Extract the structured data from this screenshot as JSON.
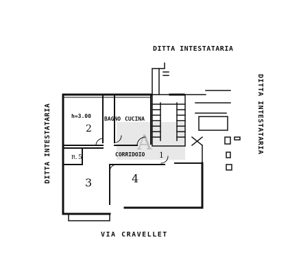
{
  "plan": {
    "street": "VIA CRAVELLET",
    "neighbor_top": "DITTA INTESTATARIA",
    "neighbor_left": "DITTA INTESTATARIA",
    "neighbor_right": "DITTA INTESTATARIA",
    "rooms": {
      "height_note": "h=3.00",
      "room_number_left": "2",
      "bagno": "BAGNO",
      "cucina": "CUCINA",
      "corridoio": "CORRIDOIO",
      "room_number_corridor": "1",
      "room_lower_left": "3",
      "room_lower_right": "4",
      "ripostiglio": "R.",
      "ripostiglio_number": "5"
    },
    "watermark": "A"
  },
  "colors": {
    "ink": "#111111",
    "watermark": "#bdbdbd",
    "paper": "#ffffff"
  }
}
